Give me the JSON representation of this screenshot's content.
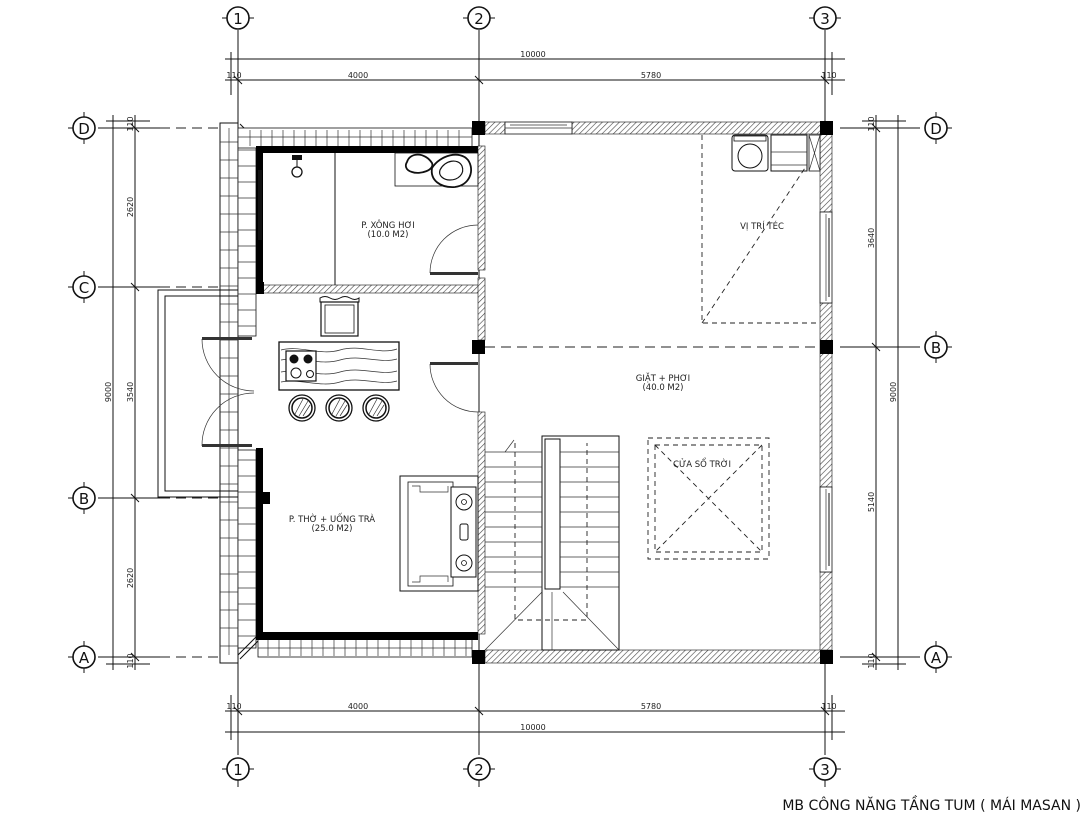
{
  "drawing": {
    "title": "MB CÔNG NĂNG TẦNG TUM ( MÁI MASAN )",
    "colors": {
      "line": "#111111",
      "wall_fill": "#000000",
      "hatch": "#555555",
      "background": "#ffffff"
    }
  },
  "grid_axes": {
    "vertical": [
      {
        "id": "1",
        "label": "1"
      },
      {
        "id": "2",
        "label": "2"
      },
      {
        "id": "3",
        "label": "3"
      }
    ],
    "horizontal_left": [
      {
        "id": "D",
        "label": "D"
      },
      {
        "id": "C",
        "label": "C"
      },
      {
        "id": "B",
        "label": "B"
      },
      {
        "id": "A",
        "label": "A"
      }
    ],
    "horizontal_right": [
      {
        "id": "D",
        "label": "D"
      },
      {
        "id": "B",
        "label": "B"
      },
      {
        "id": "A",
        "label": "A"
      }
    ]
  },
  "dimensions": {
    "top_total": "10000",
    "top_segments": [
      "110",
      "4000",
      "5780",
      "110"
    ],
    "bottom_segments": [
      "110",
      "4000",
      "5780",
      "110"
    ],
    "bottom_total": "10000",
    "left_total": "9000",
    "left_segments": [
      "110",
      "2620",
      "3540",
      "2620",
      "110"
    ],
    "right_total": "9000",
    "right_segments": [
      "110",
      "3640",
      "5140",
      "110"
    ]
  },
  "rooms": [
    {
      "id": "xong-hoi",
      "name": "P. XÔNG HƠI",
      "area": "(10.0 M2)"
    },
    {
      "id": "tho-uong-tra",
      "name": "P. THỜ + UỐNG TRÀ",
      "area": "(25.0 M2)"
    },
    {
      "id": "giat-phoi",
      "name": "GIẶT + PHƠI",
      "area": "(40.0 M2)"
    }
  ],
  "annotations": {
    "tank_position": "VỊ TRÍ TÉC",
    "skylight": "CỬA SỔ TRỜI"
  }
}
